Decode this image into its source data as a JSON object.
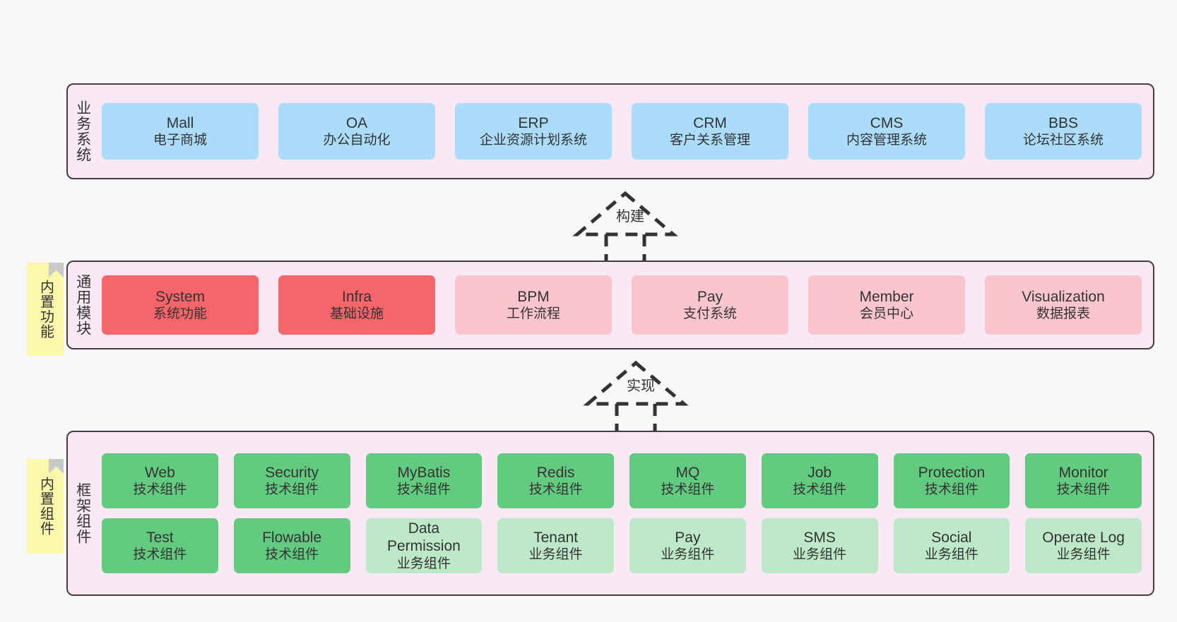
{
  "diagram": {
    "title_hidden": "",
    "colors": {
      "band_bg": "#f9e9f4",
      "band_border": "#4a3a44",
      "business": "#abdcfb",
      "module_core": "#f5656a",
      "module_other": "#fbc5cd",
      "tech_component": "#63cb80",
      "biz_component": "#bde9c8",
      "note_bg": "#fbf8ac",
      "note_fold": "#c9c9c9",
      "page_bg": "#f8f8f8"
    },
    "layers": [
      {
        "id": "business-system",
        "label": "业务系统",
        "note": null,
        "rows": [
          {
            "cards": [
              {
                "title": "Mall",
                "subtitle": "电子商城",
                "color": "blue"
              },
              {
                "title": "OA",
                "subtitle": "办公自动化",
                "color": "blue"
              },
              {
                "title": "ERP",
                "subtitle": "企业资源计划系统",
                "color": "blue"
              },
              {
                "title": "CRM",
                "subtitle": "客户关系管理",
                "color": "blue"
              },
              {
                "title": "CMS",
                "subtitle": "内容管理系统",
                "color": "blue"
              },
              {
                "title": "BBS",
                "subtitle": "论坛社区系统",
                "color": "blue"
              }
            ]
          }
        ]
      },
      {
        "id": "common-module",
        "label": "通用模块",
        "note": "内置功能",
        "rows": [
          {
            "cards": [
              {
                "title": "System",
                "subtitle": "系统功能",
                "color": "red"
              },
              {
                "title": "Infra",
                "subtitle": "基础设施",
                "color": "red"
              },
              {
                "title": "BPM",
                "subtitle": "工作流程",
                "color": "pink"
              },
              {
                "title": "Pay",
                "subtitle": "支付系统",
                "color": "pink"
              },
              {
                "title": "Member",
                "subtitle": "会员中心",
                "color": "pink"
              },
              {
                "title": "Visualization",
                "subtitle": "数据报表",
                "color": "pink"
              }
            ]
          }
        ]
      },
      {
        "id": "framework-component",
        "label": "框架组件",
        "note": "内置组件",
        "rows": [
          {
            "cards": [
              {
                "title": "Web",
                "subtitle": "技术组件",
                "color": "green"
              },
              {
                "title": "Security",
                "subtitle": "技术组件",
                "color": "green"
              },
              {
                "title": "MyBatis",
                "subtitle": "技术组件",
                "color": "green"
              },
              {
                "title": "Redis",
                "subtitle": "技术组件",
                "color": "green"
              },
              {
                "title": "MQ",
                "subtitle": "技术组件",
                "color": "green"
              },
              {
                "title": "Job",
                "subtitle": "技术组件",
                "color": "green"
              },
              {
                "title": "Protection",
                "subtitle": "技术组件",
                "color": "green"
              },
              {
                "title": "Monitor",
                "subtitle": "技术组件",
                "color": "green"
              }
            ]
          },
          {
            "cards": [
              {
                "title": "Test",
                "subtitle": "技术组件",
                "color": "green"
              },
              {
                "title": "Flowable",
                "subtitle": "技术组件",
                "color": "green"
              },
              {
                "title": "Data Permission",
                "subtitle": "业务组件",
                "color": "lightgreen"
              },
              {
                "title": "Tenant",
                "subtitle": "业务组件",
                "color": "lightgreen"
              },
              {
                "title": "Pay",
                "subtitle": "业务组件",
                "color": "lightgreen"
              },
              {
                "title": "SMS",
                "subtitle": "业务组件",
                "color": "lightgreen"
              },
              {
                "title": "Social",
                "subtitle": "业务组件",
                "color": "lightgreen"
              },
              {
                "title": "Operate Log",
                "subtitle": "业务组件",
                "color": "lightgreen"
              }
            ]
          }
        ]
      }
    ],
    "arrows": [
      {
        "id": "build-arrow",
        "label": "构建",
        "from": "common-module",
        "to": "business-system"
      },
      {
        "id": "implement-arrow",
        "label": "实现",
        "from": "framework-component",
        "to": "common-module"
      }
    ]
  }
}
